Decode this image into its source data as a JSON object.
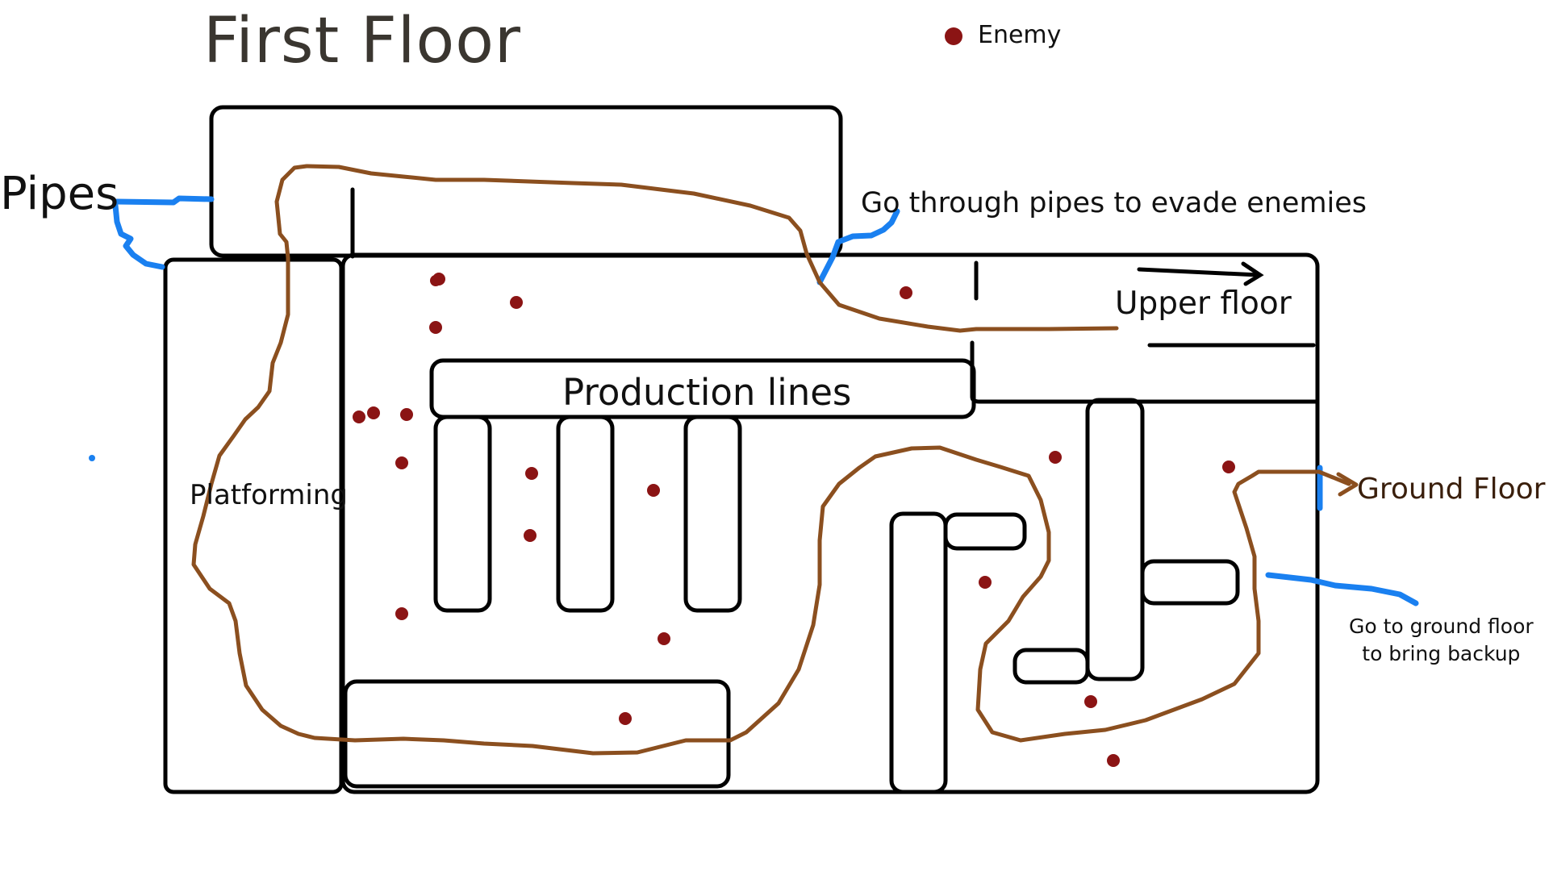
{
  "map": {
    "title": "First Floor",
    "legend": {
      "label": "Enemy",
      "icon": "enemy-dot-icon",
      "color": "#8b1414"
    },
    "labels": {
      "pipes": "Pipes",
      "pipes_note": "Go through pipes to evade enemies",
      "upper_floor": "Upper floor",
      "production_lines": "Production lines",
      "platforming": "Platforming",
      "ground_floor": "Ground Floor",
      "ground_note_line1": "Go to ground floor",
      "ground_note_line2": "to bring backup"
    },
    "colors": {
      "walls": "#000000",
      "route": "#8b4f1f",
      "pipes": "#1a80f0",
      "enemy": "#8b1414"
    }
  }
}
